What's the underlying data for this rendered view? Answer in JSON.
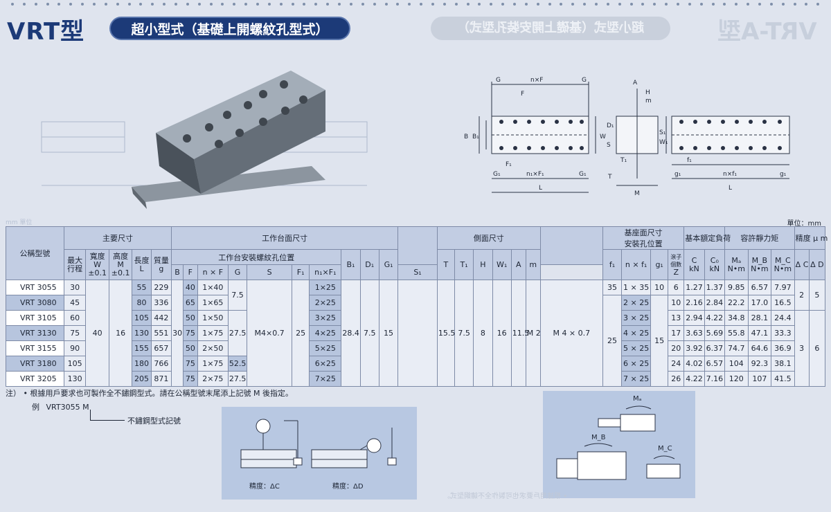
{
  "header": {
    "title": "VRT型",
    "subtitle": "超小型式（基礎上開螺紋孔型式）"
  },
  "unit": "單位：mm",
  "table": {
    "h_model": "公稱型號",
    "h_main": "主要尺寸",
    "h_stroke": "最大行程",
    "h_width": "寬度 W ±0.1",
    "h_height": "高度 M ±0.1",
    "h_length": "長度 L",
    "h_mass": "質量 g",
    "h_table": "工作台面尺寸",
    "h_table_holes": "工作台安裝螺紋孔位置",
    "h_B": "B",
    "h_F": "F",
    "h_nF": "n × F",
    "h_G": "G",
    "h_S": "S",
    "h_F1": "F₁",
    "h_n1F1": "n₁×F₁",
    "h_B1": "B₁",
    "h_D1": "D₁",
    "h_G1": "G₁",
    "h_side": "側面尺寸",
    "h_T": "T",
    "h_T1": "T₁",
    "h_H": "H",
    "h_W1": "W₁",
    "h_A": "A",
    "h_m": "m",
    "h_S1": "S₁",
    "h_base": "基座面尺寸",
    "h_base_holes": "安裝孔位置",
    "h_f1": "f₁",
    "h_nf1": "n × f₁",
    "h_g1": "g₁",
    "h_rollers": "滾子個數",
    "h_Z": "Z",
    "h_load": "基本額定負荷",
    "h_C": "C",
    "h_C0": "C₀",
    "h_kN": "kN",
    "h_moment": "容許靜力矩",
    "h_MA": "Mₐ",
    "h_MB": "M_B",
    "h_MC": "M_C",
    "h_Nm": "N•m",
    "h_acc": "精度 μ m",
    "h_dC": "Δ C",
    "h_dD": "Δ D",
    "rows": [
      {
        "model": "VRT 3055",
        "stroke": "30",
        "L": "55",
        "mass": "229",
        "F": "40",
        "nF": "1×40",
        "n1F1": "1×25",
        "f1": "35",
        "nf1": "1 × 35",
        "g1": "10",
        "Z": "6",
        "C": "1.27",
        "C0": "1.37",
        "MA": "9.85",
        "MB": "6.57",
        "MC": "7.97"
      },
      {
        "model": "VRT 3080",
        "stroke": "45",
        "L": "80",
        "mass": "336",
        "F": "65",
        "nF": "1×65",
        "n1F1": "2×25",
        "nf1": "2 × 25",
        "Z": "10",
        "C": "2.16",
        "C0": "2.84",
        "MA": "22.2",
        "MB": "17.0",
        "MC": "16.5"
      },
      {
        "model": "VRT 3105",
        "stroke": "60",
        "L": "105",
        "mass": "442",
        "F": "50",
        "nF": "1×50",
        "n1F1": "3×25",
        "nf1": "3 × 25",
        "Z": "13",
        "C": "2.94",
        "C0": "4.22",
        "MA": "34.8",
        "MB": "28.1",
        "MC": "24.4"
      },
      {
        "model": "VRT 3130",
        "stroke": "75",
        "L": "130",
        "mass": "551",
        "F": "75",
        "nF": "1×75",
        "n1F1": "4×25",
        "nf1": "4 × 25",
        "Z": "17",
        "C": "3.63",
        "C0": "5.69",
        "MA": "55.8",
        "MB": "47.1",
        "MC": "33.3"
      },
      {
        "model": "VRT 3155",
        "stroke": "90",
        "L": "155",
        "mass": "657",
        "F": "50",
        "nF": "2×50",
        "n1F1": "5×25",
        "nf1": "5 × 25",
        "Z": "20",
        "C": "3.92",
        "C0": "6.37",
        "MA": "74.7",
        "MB": "64.6",
        "MC": "36.9"
      },
      {
        "model": "VRT 3180",
        "stroke": "105",
        "L": "180",
        "mass": "766",
        "F": "75",
        "nF": "1×75",
        "G": "52.5",
        "n1F1": "6×25",
        "nf1": "6 × 25",
        "Z": "24",
        "C": "4.02",
        "C0": "6.57",
        "MA": "104",
        "MB": "92.3",
        "MC": "38.1"
      },
      {
        "model": "VRT 3205",
        "stroke": "130",
        "L": "205",
        "mass": "871",
        "F": "75",
        "nF": "2×75",
        "G": "27.5",
        "n1F1": "7×25",
        "nf1": "7 × 25",
        "Z": "26",
        "C": "4.22",
        "C0": "7.16",
        "MA": "120",
        "MB": "107",
        "MC": "41.5"
      }
    ],
    "shared": {
      "W": "40",
      "M": "16",
      "B": "30",
      "G_top": "7.5",
      "G_mid": "27.5",
      "S": "M4×0.7",
      "F1": "25",
      "B1": "28.4",
      "D1": "7.5",
      "G1": "15",
      "T": "15.5",
      "T1": "7.5",
      "H": "8",
      "W1": "16",
      "A": "11.5",
      "m": "M 2",
      "S1": "M 4 × 0.7",
      "f1_shared": "25",
      "g1_shared": "15",
      "dC_top": "2",
      "dD_top": "5",
      "dC_bot": "3",
      "dD_bot": "6"
    }
  },
  "notes": {
    "prefix": "注）",
    "note1": "• 根據用戶要求也可製作全不鏽鋼型式。請在公稱型號末尾添上記號 M 後指定。",
    "example_label": "例",
    "example_model": "VRT3055 M",
    "example_mark": "不鏽鋼型式記號"
  },
  "precision": {
    "label_c": "精度：ΔC",
    "label_d": "精度：ΔD"
  },
  "moments": {
    "ma": "Mₐ",
    "mb": "M_B",
    "mc": "M_C"
  },
  "diagram": {
    "G": "G",
    "nF": "n×F",
    "F": "F",
    "B": "B",
    "B1": "B₁",
    "W": "W",
    "F1": "F₁",
    "G1": "G₁",
    "n1F1": "n₁×F₁",
    "L": "L",
    "A": "A",
    "H": "H",
    "m": "m",
    "D1": "D₁",
    "S": "S",
    "T": "T",
    "T1": "T₁",
    "M": "M",
    "S1": "S₁",
    "W1": "W₁",
    "f1": "f₁",
    "g1": "g₁",
    "nf1": "n×f₁"
  },
  "colors": {
    "accent": "#1c3a78",
    "header_cell": "#c2cde3",
    "alt_cell": "#b7c5de",
    "panel": "#b8c8e2"
  }
}
